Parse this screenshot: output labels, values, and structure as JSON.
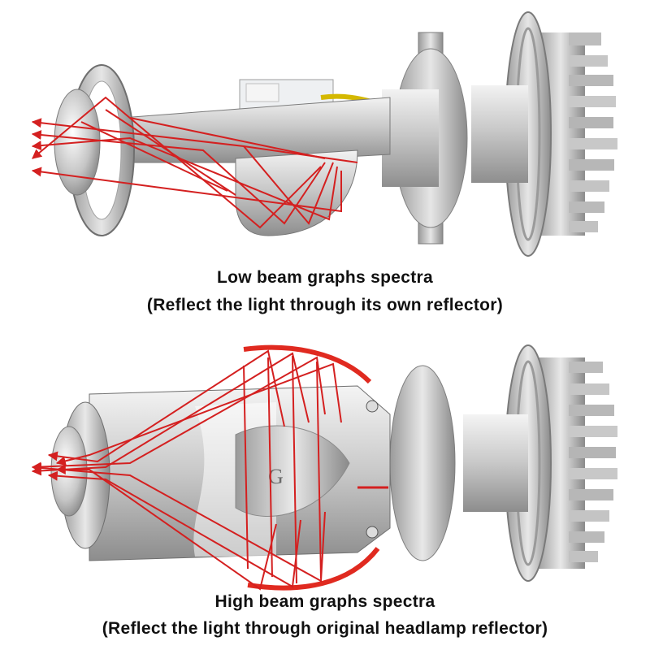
{
  "colors": {
    "ray": "#d42020",
    "reflector": "#e02a20",
    "metal_light": "#d8d8d8",
    "metal_dark": "#8a8a8a",
    "background": "#ffffff"
  },
  "low_beam": {
    "title": "Low beam graphs spectra",
    "subtitle": "(Reflect the light through its own reflector)"
  },
  "high_beam": {
    "title": "High beam graphs spectra",
    "subtitle": "(Reflect the light through original headlamp reflector)",
    "shield_letter": "G"
  }
}
